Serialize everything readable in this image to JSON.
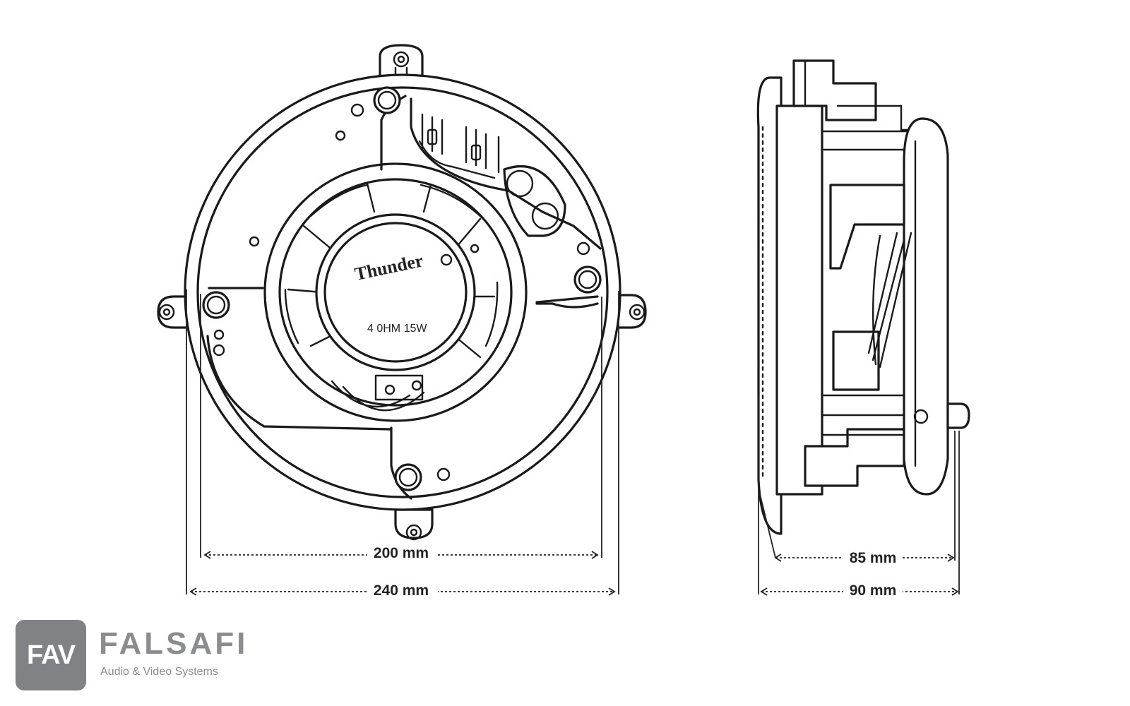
{
  "speaker": {
    "brand": "Thunder",
    "rating": "4 0HM   15W"
  },
  "dimensions": {
    "front_inner_width": "200 mm",
    "front_outer_width": "240 mm",
    "side_depth_inner": "85 mm",
    "side_depth_outer": "90 mm"
  },
  "logo": {
    "badge": "FAV",
    "name": "FALSAFI",
    "tagline": "Audio & Video Systems",
    "color": "#808285"
  }
}
